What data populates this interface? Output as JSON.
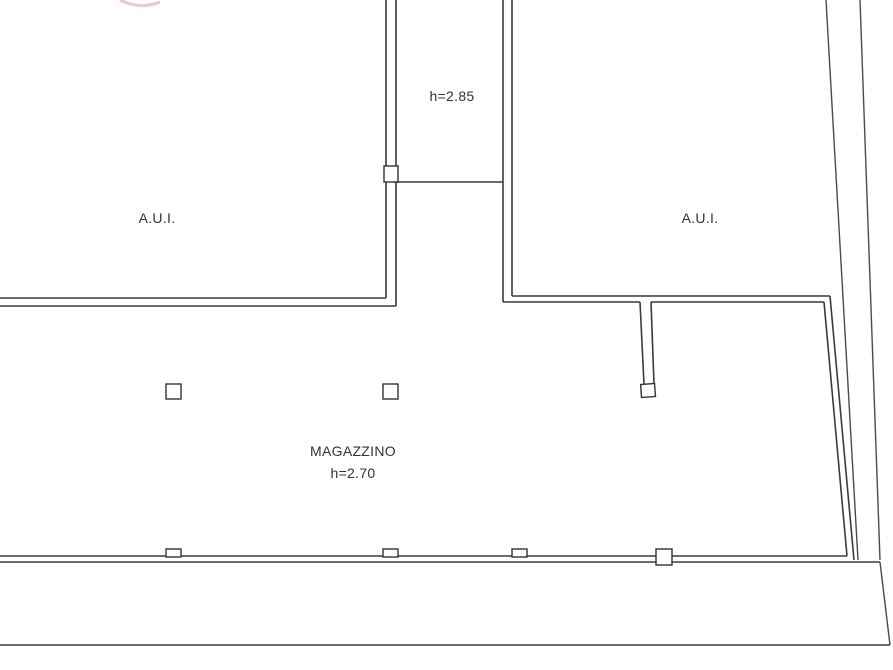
{
  "rooms": {
    "left_unit": {
      "label": "A.U.I."
    },
    "right_unit": {
      "label": "A.U.I."
    },
    "corridor": {
      "height_label": "h=2.85"
    },
    "warehouse": {
      "name": "MAGAZZINO",
      "height_label": "h=2.70"
    }
  },
  "colors": {
    "wall": "#3a3a3a",
    "background": "#ffffff",
    "label": "#333333"
  }
}
